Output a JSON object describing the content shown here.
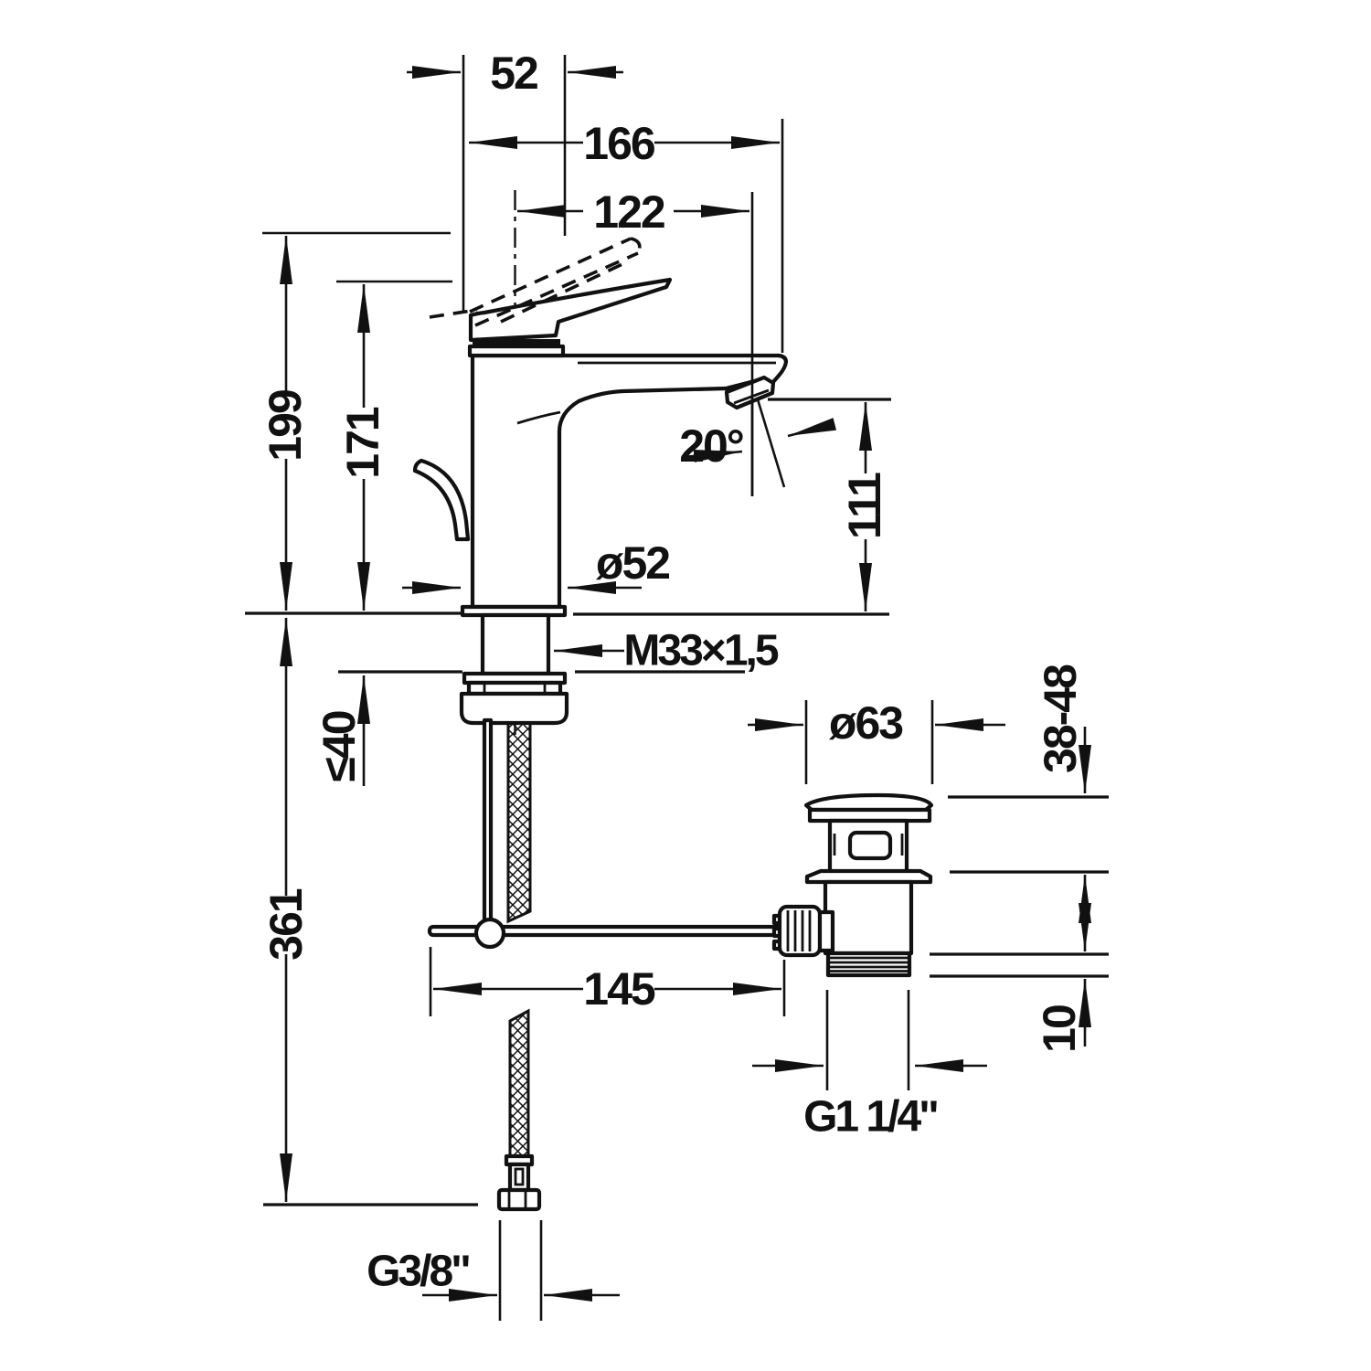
{
  "title": "Single-lever basin mixer – technical dimension drawing",
  "colors": {
    "line": "#111111",
    "background": "#ffffff"
  },
  "dimensions": {
    "body_width": "52",
    "spout_projection": "166",
    "spout_reach": "122",
    "total_height": "199",
    "spout_tip_height": "171",
    "outlet_height": "111",
    "spray_angle": "20°",
    "base_diameter": "ø52",
    "mount_thread": "M33×1,5",
    "max_counter_thickness": "≤40",
    "hose_length": "361",
    "rod_reach": "145",
    "drain_flange_diameter": "ø63",
    "drain_adjust_range": "38-48",
    "drain_thread_length": "10",
    "drain_thread": "G1 1/4\"",
    "supply_thread": "G3/8\""
  }
}
